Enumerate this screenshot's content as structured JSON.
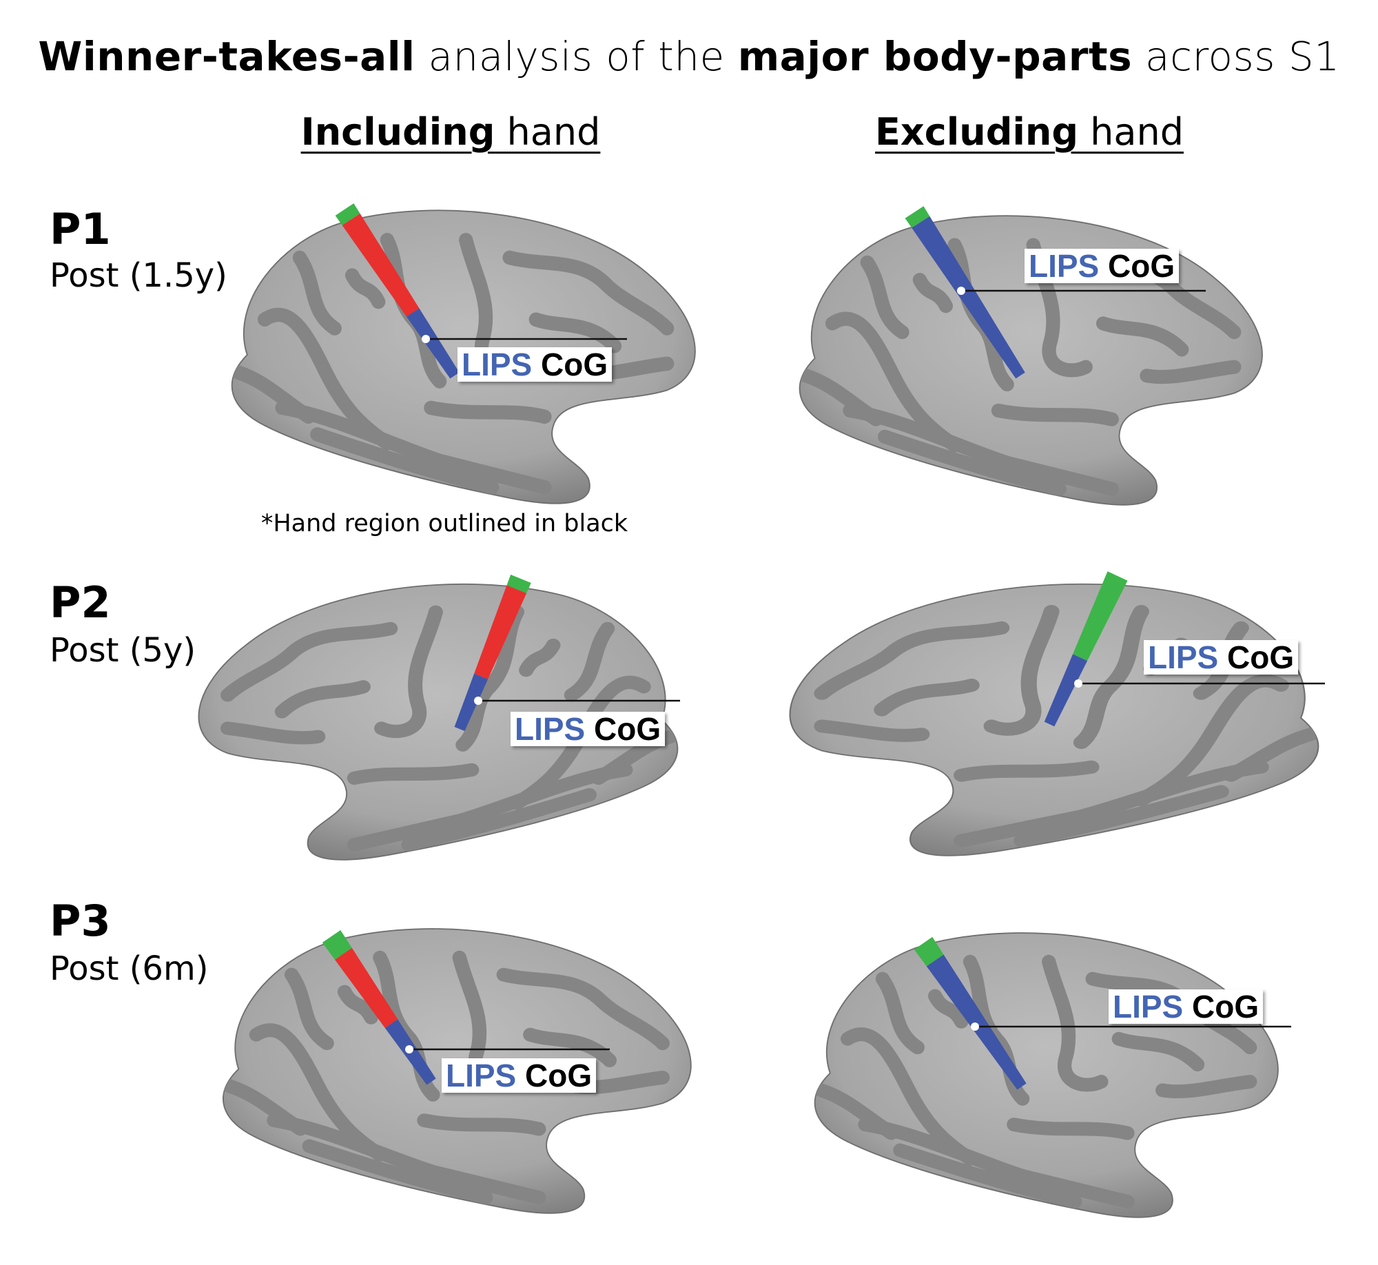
{
  "title": {
    "bold1": "Winner-takes-all",
    "light1": " analysis of the ",
    "bold2": "major body-parts",
    "light2": " across S1"
  },
  "columns": [
    {
      "bold": "Including",
      "light": " hand"
    },
    {
      "bold": "Excluding",
      "light": " hand"
    }
  ],
  "participants": [
    {
      "id": "P1",
      "timepoint": "Post (1.5y)"
    },
    {
      "id": "P2",
      "timepoint": "Post (5y)"
    },
    {
      "id": "P3",
      "timepoint": "Post (6m)"
    }
  ],
  "note": "*Hand region outlined in black",
  "cog_label": {
    "part1": "LIPS",
    "part2": "CoG"
  },
  "colors": {
    "red": "#e8302f",
    "blue": "#3f55a8",
    "green": "#3db54a",
    "lips_text": "#4465b3",
    "cortex_light": "#b9b9b9",
    "cortex_dark": "#838383"
  }
}
